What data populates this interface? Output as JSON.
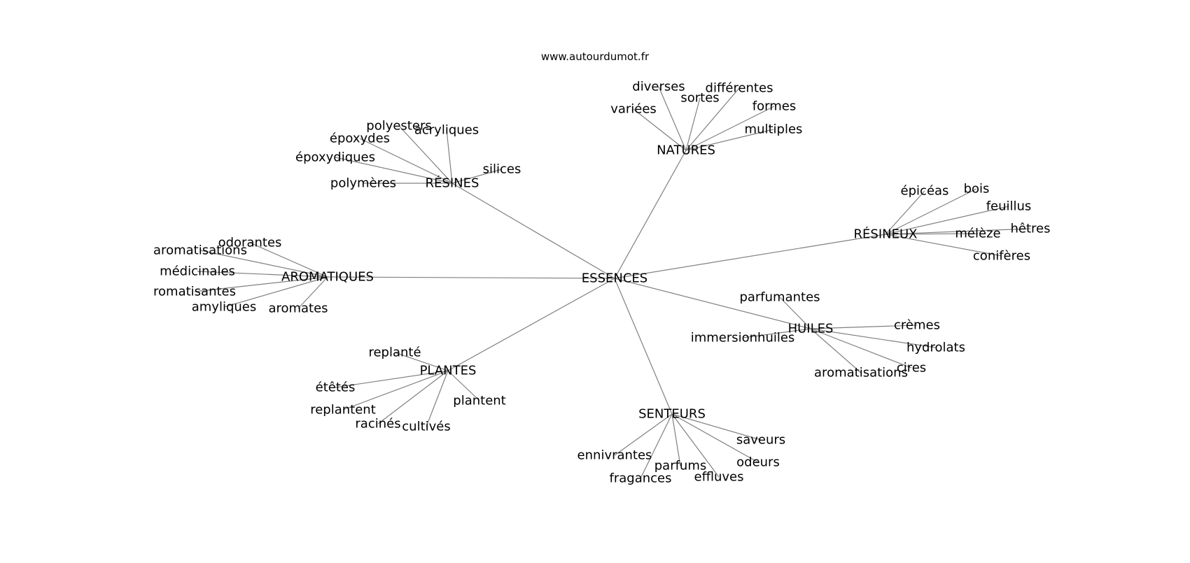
{
  "site": "www.autourdumot.fr",
  "center": "ESSENCES",
  "groups": [
    {
      "label": "NATURES",
      "words": [
        "diverses",
        "sortes",
        "différentes",
        "variées",
        "formes",
        "multiples"
      ]
    },
    {
      "label": "RÉSINES",
      "words": [
        "polyesters",
        "acryliques",
        "époxydes",
        "époxydiques",
        "silices",
        "polymères"
      ]
    },
    {
      "label": "RÉSINEUX",
      "words": [
        "épicéas",
        "bois",
        "feuillus",
        "mélèze",
        "hêtres",
        "conifères"
      ]
    },
    {
      "label": "AROMATIQUES",
      "words": [
        "odorantes",
        "aromatisations",
        "médicinales",
        "romatisantes",
        "amyliques",
        "aromates"
      ]
    },
    {
      "label": "HUILES",
      "words": [
        "parfumantes",
        "immersionhuiles",
        "crèmes",
        "hydrolats",
        "cires",
        "aromatisations"
      ]
    },
    {
      "label": "PLANTES",
      "words": [
        "replanté",
        "étêtés",
        "replantent",
        "racinés",
        "cultivés",
        "plantent"
      ]
    },
    {
      "label": "SENTEURS",
      "words": [
        "saveurs",
        "ennivrantes",
        "parfums",
        "odeurs",
        "fragances",
        "effluves"
      ]
    }
  ]
}
